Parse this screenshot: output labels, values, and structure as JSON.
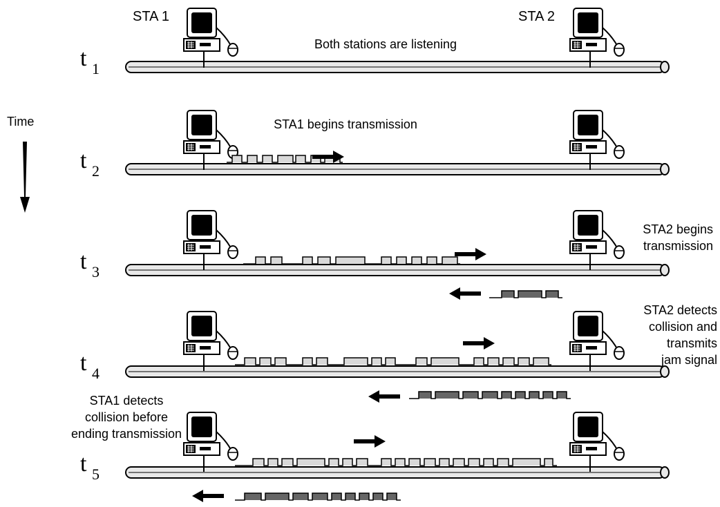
{
  "stations": {
    "sta1": "STA 1",
    "sta2": "STA 2"
  },
  "time_label": "Time",
  "rows": [
    {
      "t_main": "t",
      "t_sub": "1",
      "note": "Both stations are listening"
    },
    {
      "t_main": "t",
      "t_sub": "2",
      "note": "STA1 begins transmission"
    },
    {
      "t_main": "t",
      "t_sub": "3",
      "note_lines": [
        "STA2 begins",
        "transmission"
      ]
    },
    {
      "t_main": "t",
      "t_sub": "4",
      "note_lines": [
        "STA2 detects",
        "collision and",
        "transmits",
        "jam signal"
      ]
    },
    {
      "t_main": "t",
      "t_sub": "5",
      "note_lines": [
        "STA1 detects",
        "collision before",
        "ending transmission"
      ]
    }
  ],
  "colors": {
    "signal_light": "#d9d9d9",
    "signal_dark": "#666666",
    "line": "#000000"
  }
}
